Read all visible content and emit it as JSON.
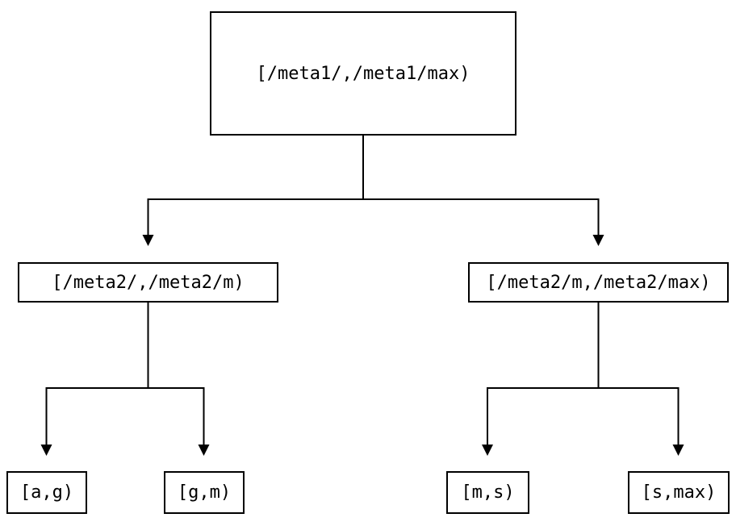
{
  "diagram": {
    "type": "tree",
    "colors": {
      "stroke": "#000000",
      "background": "#ffffff",
      "text": "#000000"
    },
    "nodes": {
      "root": {
        "label": "[/meta1/,/meta1/max)"
      },
      "left_child": {
        "label": "[/meta2/,/meta2/m)"
      },
      "right_child": {
        "label": "[/meta2/m,/meta2/max)"
      },
      "leaf_ag": {
        "label": "[a,g)"
      },
      "leaf_gm": {
        "label": "[g,m)"
      },
      "leaf_ms": {
        "label": "[m,s)"
      },
      "leaf_smax": {
        "label": "[s,max)"
      }
    },
    "edges": [
      {
        "from": "root",
        "to": "left_child"
      },
      {
        "from": "root",
        "to": "right_child"
      },
      {
        "from": "left_child",
        "to": "leaf_ag"
      },
      {
        "from": "left_child",
        "to": "leaf_gm"
      },
      {
        "from": "right_child",
        "to": "leaf_ms"
      },
      {
        "from": "right_child",
        "to": "leaf_smax"
      }
    ]
  }
}
